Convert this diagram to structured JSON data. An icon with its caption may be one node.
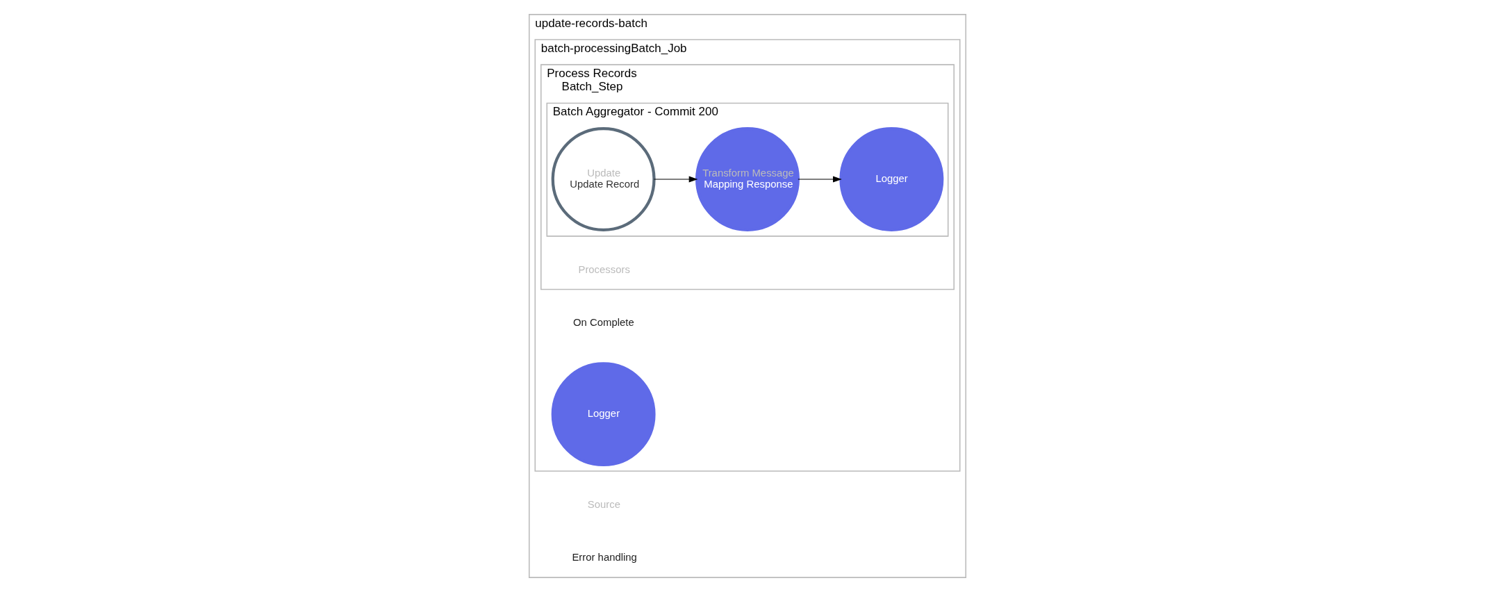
{
  "diagram": {
    "nodes": [
      {
        "text": [
          "update-records-batch"
        ]
      },
      {
        "text": [
          "batch-processingBatch_Job"
        ],
        "in": 0
      },
      {
        "text": [
          "Process Records",
          "Batch_Step"
        ],
        "in": 1
      },
      {
        "text": [
          "Batch Aggregator - Commit 200"
        ],
        "in": 2
      },
      {
        "text": [
          "Update",
          "Update Record"
        ],
        "in": 3
      },
      {
        "text": [
          "Transform Message",
          "Mapping Response"
        ],
        "in": 3
      },
      {
        "text": [
          "Logger"
        ],
        "in": 3
      },
      {
        "text": [
          "Logger"
        ],
        "in": 1
      }
    ],
    "edges": [
      {
        "from": 4,
        "to": 5,
        "arrow": "to"
      },
      {
        "from": 5,
        "to": 6,
        "arrow": "to"
      }
    ],
    "labels": [
      "Source",
      "Processors",
      "On Complete",
      "Error handling"
    ]
  }
}
